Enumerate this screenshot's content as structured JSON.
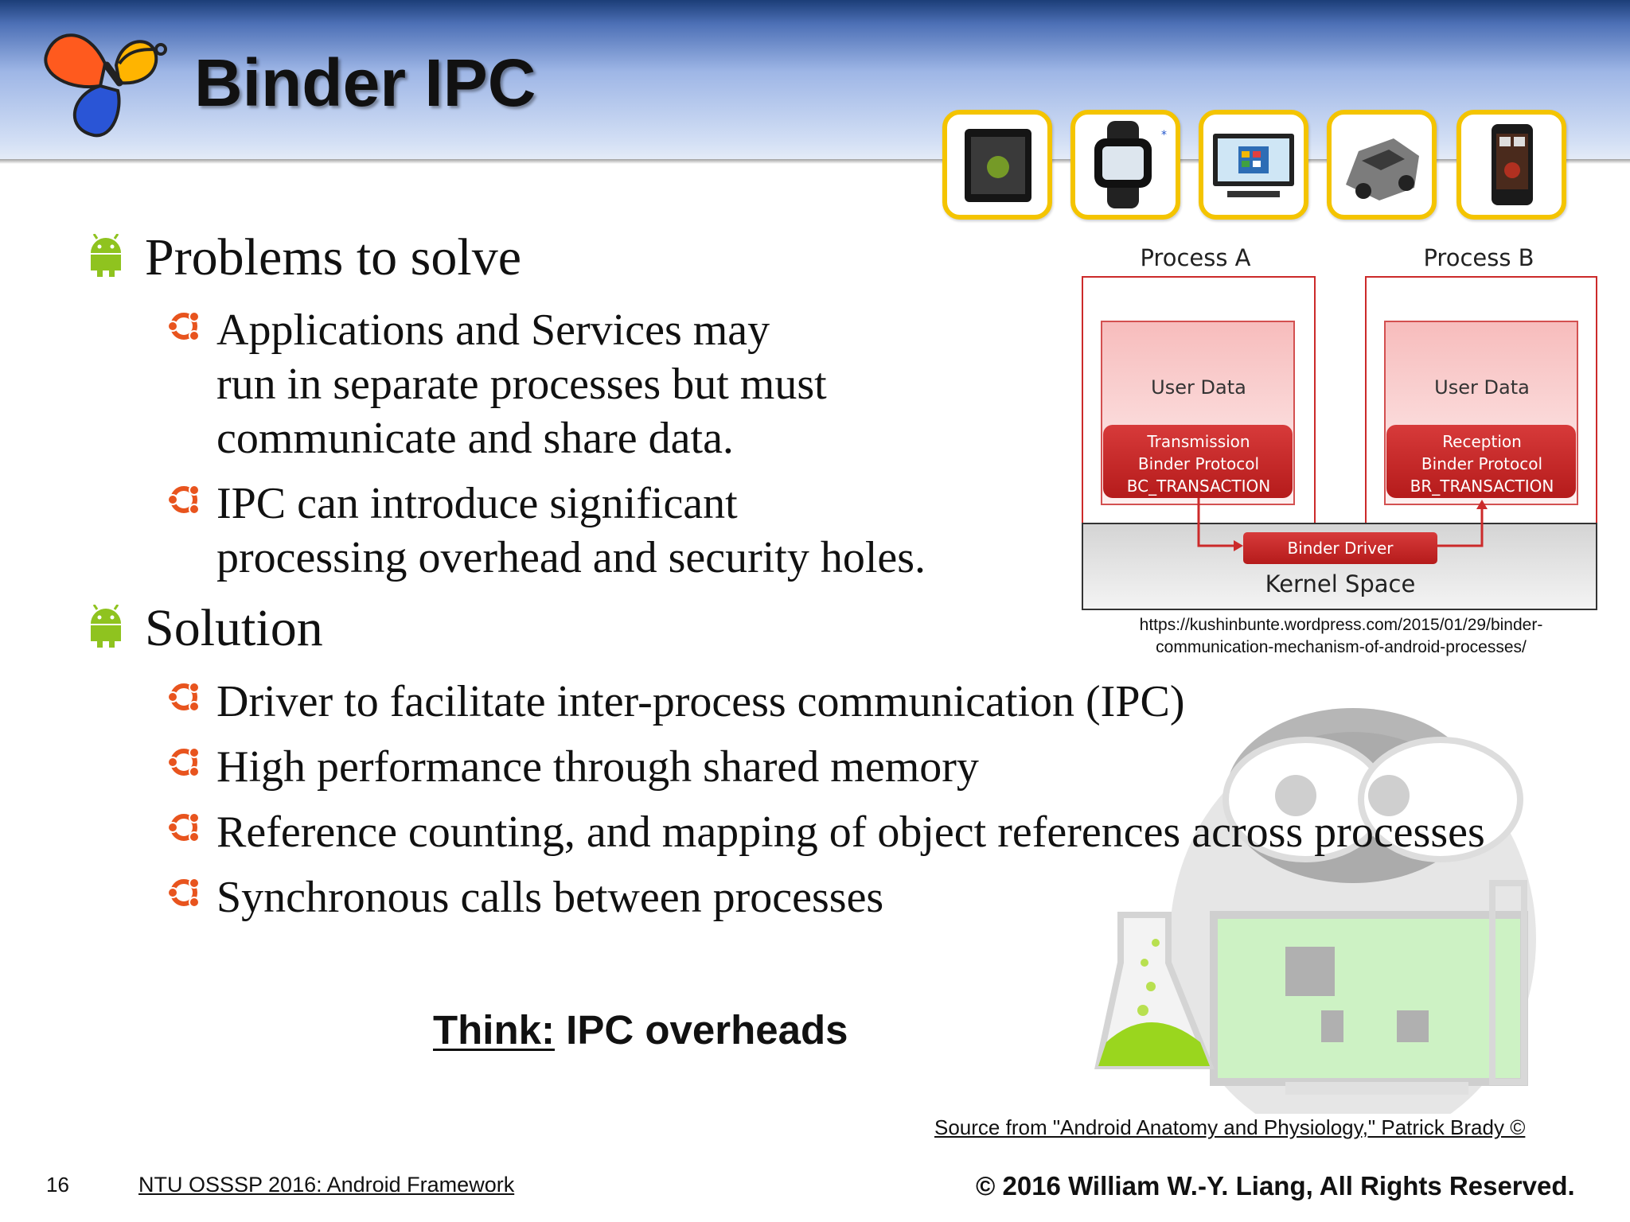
{
  "slide": {
    "title": "Binder IPC",
    "page_number": "16",
    "course": "NTU OSSSP 2016: Android Framework",
    "copyright": "©  2016  William W.-Y. Liang, All Rights Reserved."
  },
  "devices": [
    "tablet-icon",
    "smartwatch-icon",
    "tv-icon",
    "car-icon",
    "smartphone-icon"
  ],
  "content": {
    "problems": {
      "heading": "Problems to solve",
      "items": [
        [
          "Applications and Services may",
          "run in separate processes but must",
          "communicate and share data."
        ],
        [
          "IPC can introduce significant",
          "processing overhead and security holes."
        ]
      ]
    },
    "solution": {
      "heading": "Solution",
      "items": [
        "Driver to facilitate inter-process communication (IPC)",
        "High performance through shared memory",
        "Reference counting, and mapping of object references across processes",
        "Synchronous calls between processes"
      ]
    },
    "think": {
      "label": "Think:",
      "text": " IPC overheads"
    }
  },
  "diagram": {
    "process_a": {
      "title": "Process A",
      "user_data": "User Data",
      "protocol": [
        "Transmission",
        "Binder Protocol",
        "BC_TRANSACTION"
      ]
    },
    "process_b": {
      "title": "Process B",
      "user_data": "User Data",
      "protocol": [
        "Reception",
        "Binder Protocol",
        "BR_TRANSACTION"
      ]
    },
    "driver": "Binder Driver",
    "kernel": "Kernel Space",
    "url_lines": [
      "https://kushinbunte.wordpress.com/2015/01/29/binder-",
      "communication-mechanism-of-android-processes/"
    ]
  },
  "source_note": "Source from \"Android Anatomy and Physiology,\" Patrick Brady  ©",
  "colors": {
    "android_green": "#8fc31f",
    "bullet_orange": "#e8541e",
    "device_border": "#f4c400",
    "diagram_red": "#cc2222"
  }
}
